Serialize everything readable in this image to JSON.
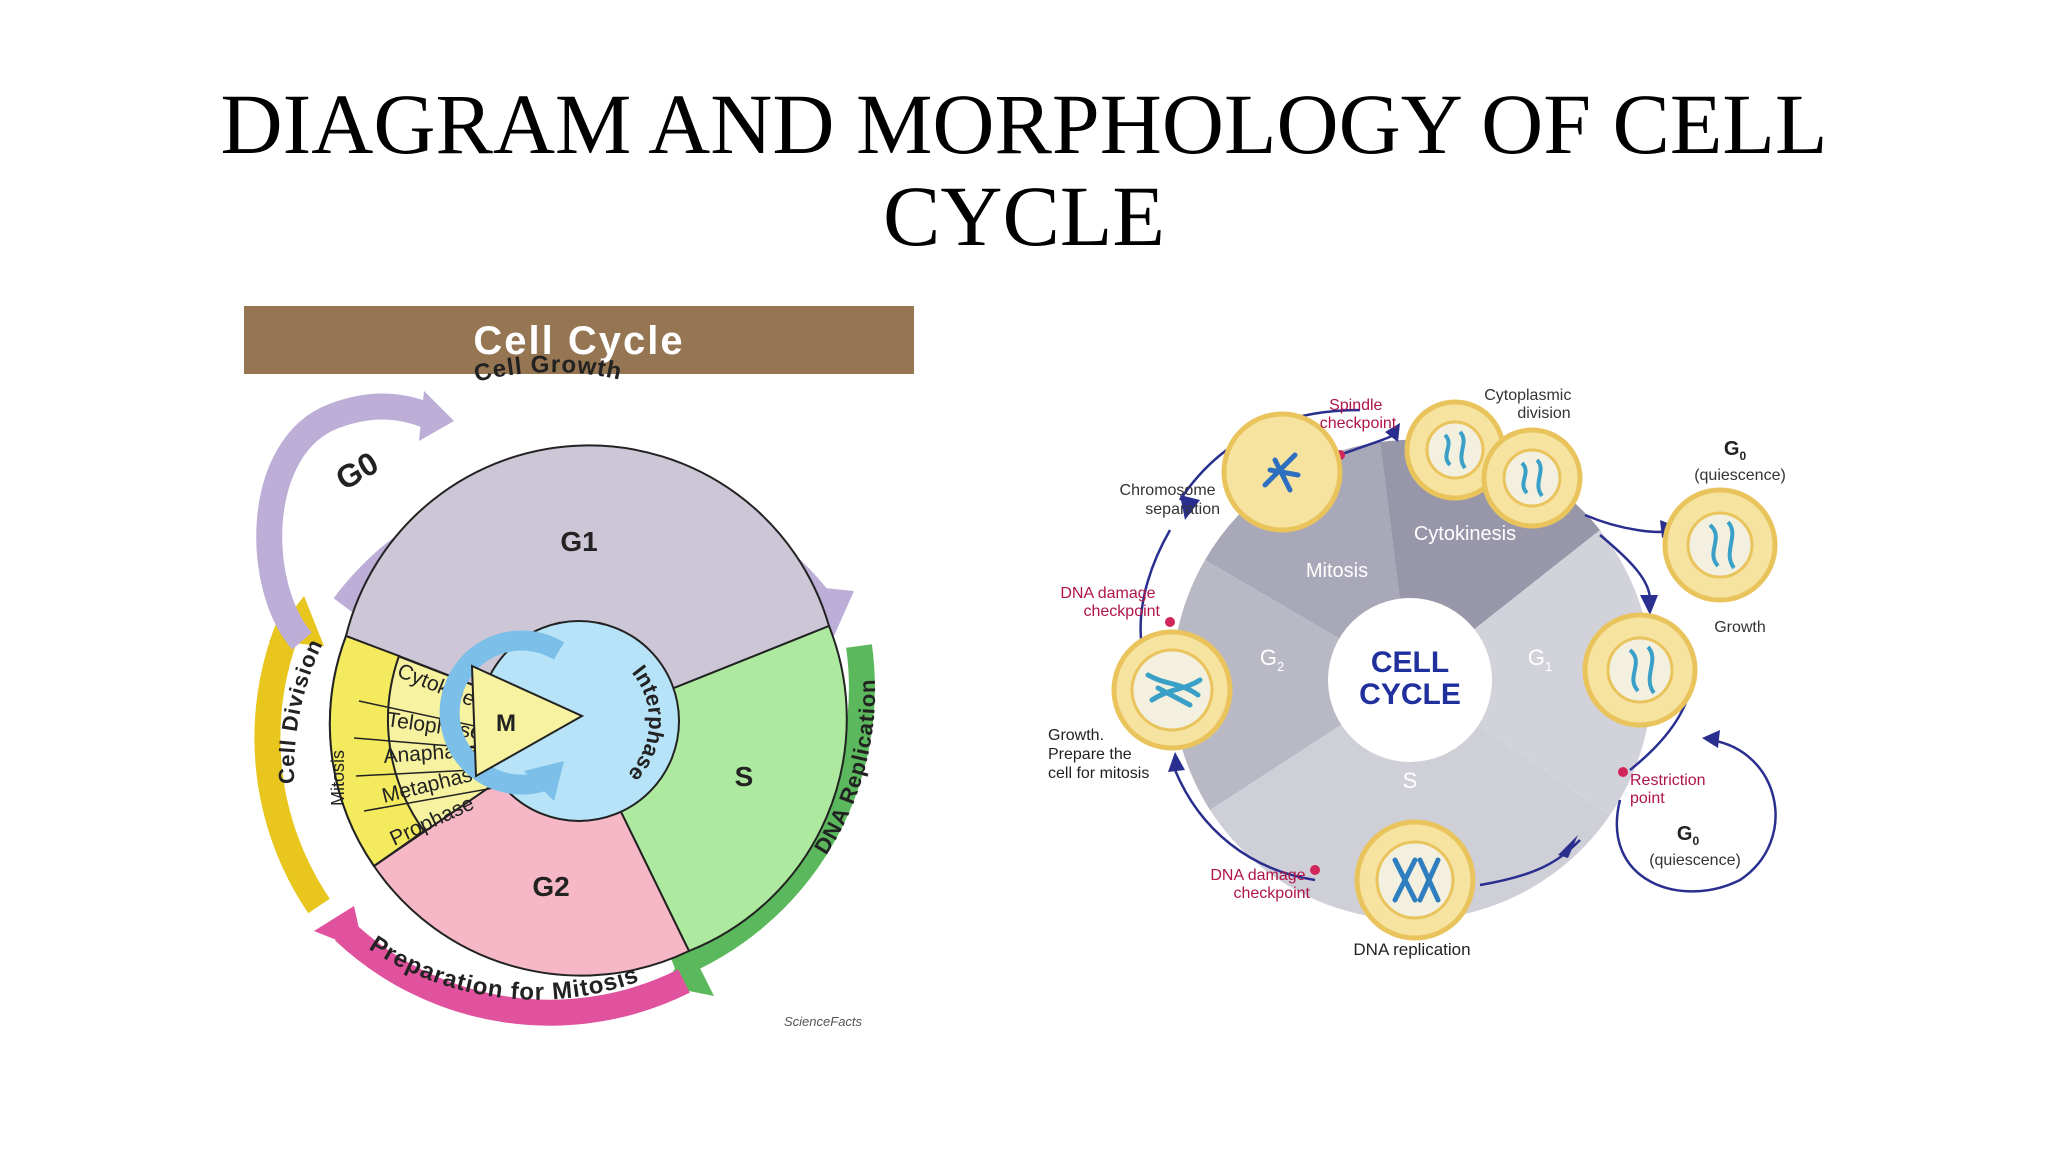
{
  "slide": {
    "title_line1": "DIAGRAM AND MORPHOLOGY OF CELL",
    "title_line2": "CYCLE"
  },
  "left_diagram": {
    "banner_title": "Cell Cycle",
    "g0": "G0",
    "cell_growth": "Cell Growth",
    "g1": "G1",
    "s": "S",
    "g2": "G2",
    "m": "M",
    "interphase": "Interphase",
    "dna_replication": "DNA Replication",
    "preparation_for_mitosis": "Preparation for Mitosis",
    "cell_division": "Cell Division",
    "mitosis": "Mitosis",
    "phases": [
      "Cytokinesis",
      "Telophase",
      "Anaphase",
      "Metaphase",
      "Prophase"
    ],
    "credit": "ScienceFacts",
    "colors": {
      "banner": "#957552",
      "g1": "#cdc6d6",
      "s": "#aee9a0",
      "g2": "#f6b8c6",
      "m": "#f6f2a0",
      "interphase": "#b6e3f7",
      "purple_arrow": "#bcaed7",
      "green_arrow": "#5cb85c",
      "pink_arrow": "#e0529e",
      "yellow_arrow": "#e8c61e"
    }
  },
  "right_diagram": {
    "center_line1": "CELL",
    "center_line2": "CYCLE",
    "mitosis": "Mitosis",
    "cytokinesis": "Cytokinesis",
    "g2": "G",
    "g2_sub": "2",
    "g1": "G",
    "g1_sub": "1",
    "s": "S",
    "spindle_checkpoint": [
      "Spindle",
      "checkpoint"
    ],
    "cytoplasmic_division": [
      "Cytoplasmic",
      "division"
    ],
    "g0_top": "G",
    "g0_top_sub": "0",
    "quiescence_top": "(quiescence)",
    "chromosome_separation": [
      "Chromosome",
      "separation"
    ],
    "growth": "Growth",
    "dna_damage_checkpoint_top": [
      "DNA damage",
      "checkpoint"
    ],
    "growth_prepare": [
      "Growth.",
      "Prepare the",
      "cell for mitosis"
    ],
    "restriction_point": [
      "Restriction",
      "point"
    ],
    "g0_bottom": "G",
    "g0_bottom_sub": "0",
    "quiescence_bottom": "(quiescence)",
    "dna_damage_checkpoint_bottom": [
      "DNA damage",
      "checkpoint"
    ],
    "dna_replication": "DNA replication",
    "colors": {
      "checkpoint_text": "#b0144a",
      "arrow": "#2a2f8f",
      "center_text": "#1f2f9c",
      "cell_fill": "#f7e3a0",
      "cell_rim": "#e9c45d"
    }
  }
}
